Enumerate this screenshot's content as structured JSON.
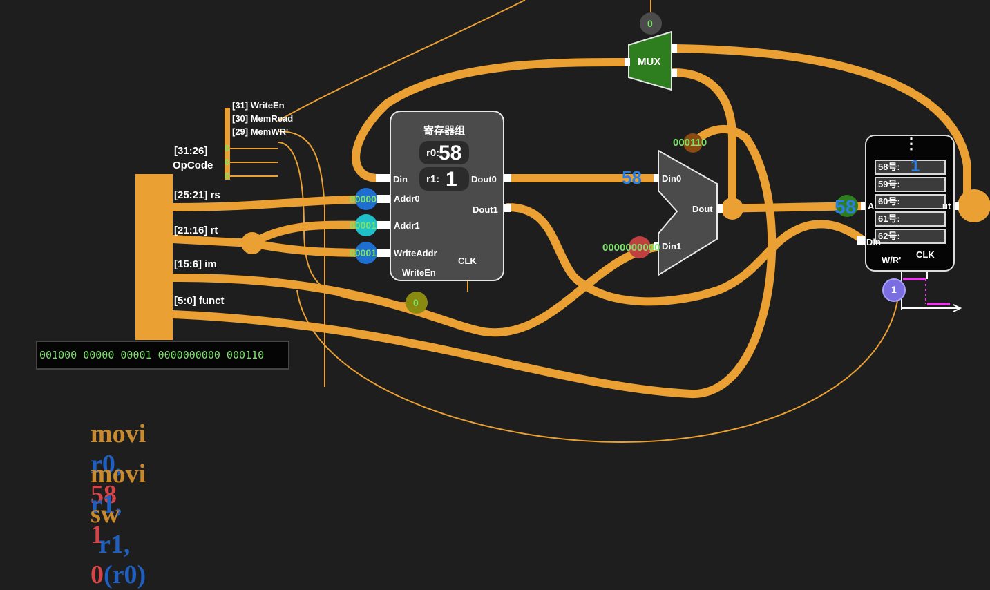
{
  "split_labels": {
    "opcode": "[31:26]\nOpCode",
    "opcode_line1": "[31:26]",
    "opcode_line2": "OpCode",
    "rs": "[25:21] rs",
    "rt": "[21:16] rt",
    "im": "[15:6] im",
    "funct": "[5:0] funct"
  },
  "control_signals": {
    "write_en": "[31] WriteEn",
    "mem_read": "[30] MemRead",
    "mem_wr": "[29] MemWR'",
    "bits": [
      "0",
      "0",
      "0"
    ]
  },
  "instruction_bits": "001000 00000 00001 0000000000 000110",
  "register_bank": {
    "title": "寄存器组",
    "r0_label": "r0:",
    "r0_value": "58",
    "r1_label": "r1:",
    "r1_value": "1",
    "ports": {
      "din": "Din",
      "addr0": "Addr0",
      "addr1": "Addr1",
      "write_addr": "WriteAddr",
      "write_en": "WriteEn",
      "clk": "CLK",
      "dout0": "Dout0",
      "dout1": "Dout1"
    },
    "addr0_value": "00000",
    "addr1_value": "00001",
    "write_addr_value": "00001",
    "write_en_value": "0"
  },
  "mux": {
    "label": "MUX",
    "select_value": "0"
  },
  "alu_mux": {
    "din0": "Din0",
    "din1": "Din1",
    "dout": "Dout",
    "select_value": "000110",
    "din0_value": "58",
    "din1_value": "0000000000"
  },
  "memory": {
    "dots_top": "⋮",
    "cells": [
      "58号:",
      "59号:",
      "60号:",
      "61号:",
      "62号:"
    ],
    "cell_58_value": "1",
    "addr_value": "58",
    "wr_label": "W/R'",
    "clk_label": "CLK",
    "wr_value": "1",
    "port_addr": "A",
    "port_dout": "ut",
    "port_din": "Din"
  },
  "code_lines": [
    {
      "op": "movi",
      "reg": "r0,",
      "arg": "58"
    },
    {
      "op": "movi",
      "reg": "r1,",
      "arg": "1"
    },
    {
      "op": "sw",
      "reg": "r1,",
      "arg": "0",
      "base": "(r0)"
    }
  ],
  "colors": {
    "background": "#1f1e1e",
    "wire": "#eaa032",
    "mux_green": "#2e7d1f",
    "token_blue": "#1f6fd1",
    "token_cyan": "#20c0c8",
    "token_olive": "#8a8a10",
    "token_red": "#c04040",
    "token_purple": "#7a6ee0",
    "bits_green": "#7be36a",
    "code_orange": "#c98a2e",
    "code_blue": "#1f5fbf",
    "code_red": "#d2464a"
  }
}
